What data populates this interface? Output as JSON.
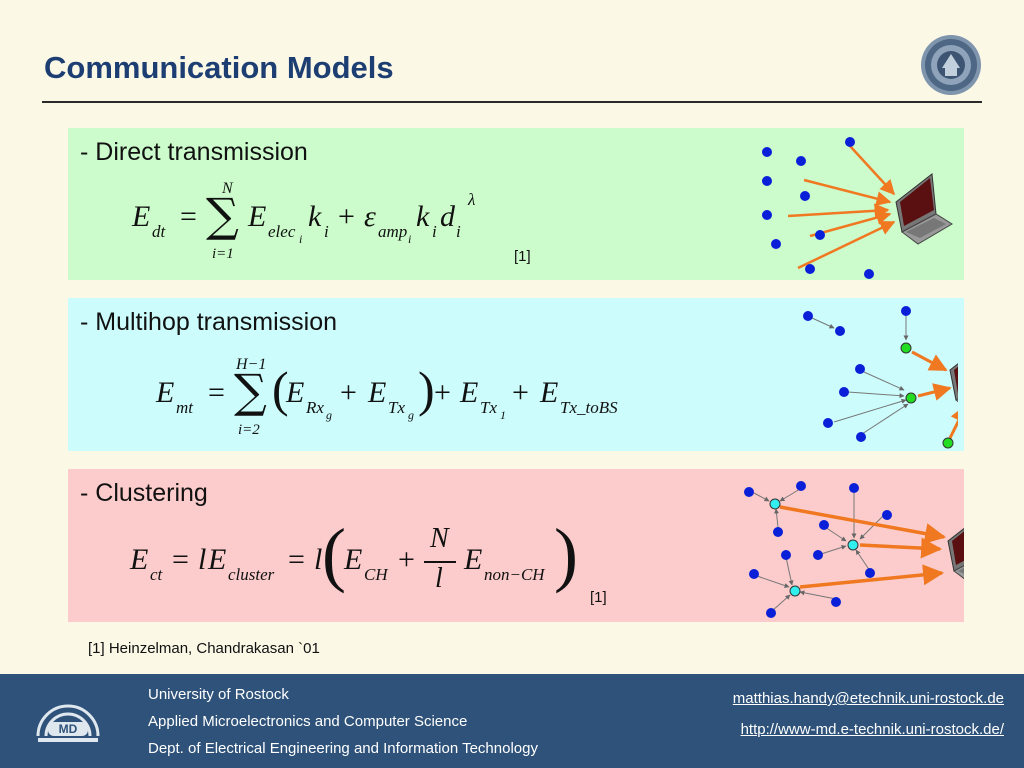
{
  "slide": {
    "title": "Communication Models"
  },
  "sections": [
    {
      "heading": "- Direct transmission",
      "citation": "[1]"
    },
    {
      "heading": "- Multihop transmission",
      "citation": ""
    },
    {
      "heading": "- Clustering",
      "citation": "[1]"
    }
  ],
  "equations": {
    "direct": {
      "lhs": "E",
      "lhs_sub": "dt",
      "equals": "=",
      "sum_upper": "N",
      "sum_lower": "i=1",
      "t1": "E",
      "t1_sub": "elec",
      "t1_subsub": "i",
      "k1": "k",
      "k1_sub": "i",
      "plus": "+",
      "eps": "ε",
      "eps_sub": "amp",
      "eps_subsub": "i",
      "k2": "k",
      "k2_sub": "i",
      "d": "d",
      "d_sub": "i",
      "d_sup": "λ"
    },
    "multihop": {
      "lhs": "E",
      "lhs_sub": "mt",
      "equals": "=",
      "sum_upper": "H−1",
      "sum_lower": "i=2",
      "a": "E",
      "a_sub": "Rx",
      "a_subsub": "g",
      "plus1": "+",
      "b": "E",
      "b_sub": "Tx",
      "b_subsub": "g",
      "plus2": "+",
      "c": "E",
      "c_sub": "Tx",
      "c_subsub": "1",
      "plus3": "+",
      "d": "E",
      "d_sub": "Tx_toBS"
    },
    "clustering": {
      "lhs": "E",
      "lhs_sub": "ct",
      "eq1": "=",
      "l1": "l",
      "e1": "E",
      "e1_sub": "cluster",
      "eq2": "=",
      "l2": "l",
      "a": "E",
      "a_sub": "CH",
      "plus": "+",
      "frac_num": "N",
      "frac_den": "l",
      "b": "E",
      "b_sub": "non−CH"
    }
  },
  "footnote": "[1] Heinzelman, Chandrakasan `01",
  "footer": {
    "lines": [
      "University of Rostock",
      "Applied Microelectronics and Computer Science",
      "Dept. of Electrical Engineering and Information Technology"
    ],
    "email": "matthias.handy@etechnik.uni-rostock.de",
    "url": "http://www-md.e-technik.uni-rostock.de/",
    "logo_text": "MD"
  },
  "colors": {
    "title": "#1d3e73",
    "node_blue": "#0a1fd8",
    "node_green": "#22dd22",
    "node_cyan": "#33eeee",
    "arrow_orange": "#f07820",
    "footer_bg": "#2e5279"
  },
  "icons": [
    "university-seal-icon",
    "laptop-icon",
    "md-logo-icon"
  ]
}
